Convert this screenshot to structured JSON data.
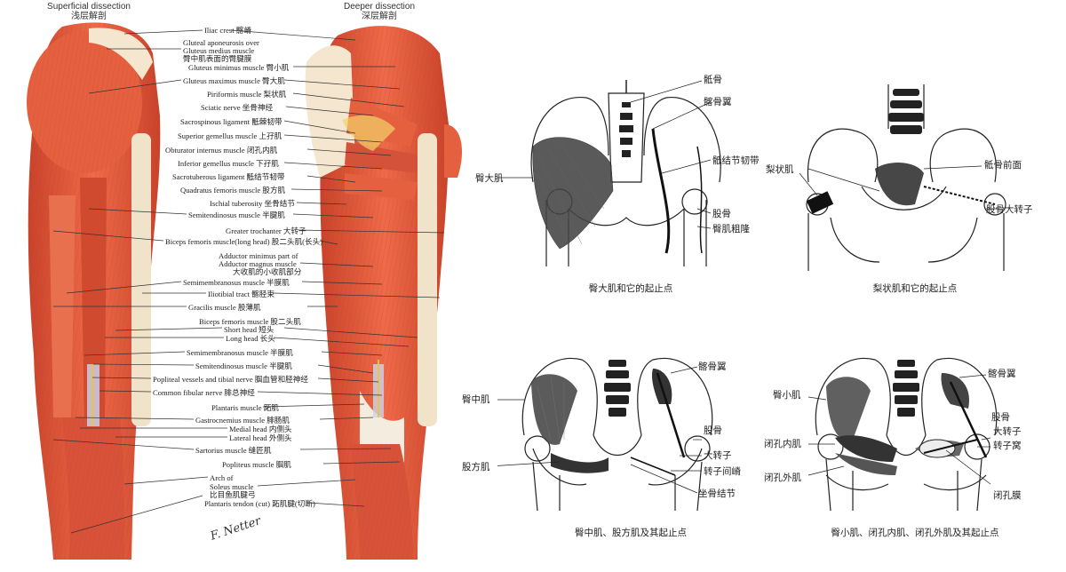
{
  "netter": {
    "header_left": {
      "en": "Superficial dissection",
      "zh": "浅层解剖"
    },
    "header_right": {
      "en": "Deeper dissection",
      "zh": "深层解剖"
    },
    "labels": [
      "Iliac crest 髂嵴",
      "Gluteal aponeurosis over",
      "Gluteus medius muscle",
      "臀中肌表面的臀腱膜",
      "Gluteus minimus muscle 臀小肌",
      "Gluteus maximus muscle 臀大肌",
      "Piriformis muscle 梨状肌",
      "Sciatic nerve 坐骨神经",
      "Sacrospinous ligament 骶棘韧带",
      "Superior gemellus muscle 上孖肌",
      "Obturator internus muscle 闭孔内肌",
      "Inferior gemellus muscle 下孖肌",
      "Sacrotuberous ligament 骶结节韧带",
      "Quadratus femoris muscle 股方肌",
      "Ischial tuberosity 坐骨结节",
      "Semitendinosus muscle 半腱肌",
      "Greater trochanter 大转子",
      "Biceps femoris muscle(long head) 股二头肌(长头)",
      "Adductor minimus part of",
      "Adductor magnus muscle",
      "大收肌的小收肌部分",
      "Semimembranosus muscle 半膜肌",
      "Iliotibial tract 髂胫束",
      "Gracilis muscle 股薄肌",
      "Biceps femoris muscle 股二头肌",
      "Short head 短头",
      "Long head 长头",
      "Semimembranosus muscle 半膜肌",
      "Semitendinosus muscle 半腱肌",
      "Popliteal vessels and tibial nerve 腘血管和胫神经",
      "Common fibular nerve 腓总神经",
      "Plantaris muscle 跖肌",
      "Gastrocnemius muscle 腓肠肌",
      "Medial head 内侧头",
      "Lateral head 外侧头",
      "Sartorius muscle 缝匠肌",
      "Popliteus muscle 腘肌",
      "Arch of",
      "Soleus muscle",
      "比目鱼肌腱弓",
      "Plantaris tendon (cut) 跖肌腱(切断)"
    ],
    "signature": "F. Netter"
  },
  "figures": {
    "fig1": {
      "caption": "臀大肌和它的起止点",
      "labels": [
        "骶骨",
        "髂骨翼",
        "臀大肌",
        "骶结节韧带",
        "股骨",
        "臀肌粗隆"
      ]
    },
    "fig2": {
      "caption": "梨状肌和它的起止点",
      "labels": [
        "梨状肌",
        "骶骨前面",
        "股骨大转子"
      ]
    },
    "fig3": {
      "caption": "臀中肌、股方肌及其起止点",
      "labels": [
        "髂骨翼",
        "臀中肌",
        "股骨",
        "大转子",
        "股方肌",
        "转子间嵴",
        "坐骨结节"
      ]
    },
    "fig4": {
      "caption": "臀小肌、闭孔内肌、闭孔外肌及其起止点",
      "labels": [
        "髂骨翼",
        "臀小肌",
        "股骨",
        "大转子",
        "闭孔内肌",
        "转子窝",
        "闭孔外肌",
        "闭孔膜"
      ]
    }
  },
  "colors": {
    "muscle": "#e0573a",
    "muscle_light": "#f2a07e",
    "tendon": "#f4e6cf",
    "line": "#222222"
  }
}
